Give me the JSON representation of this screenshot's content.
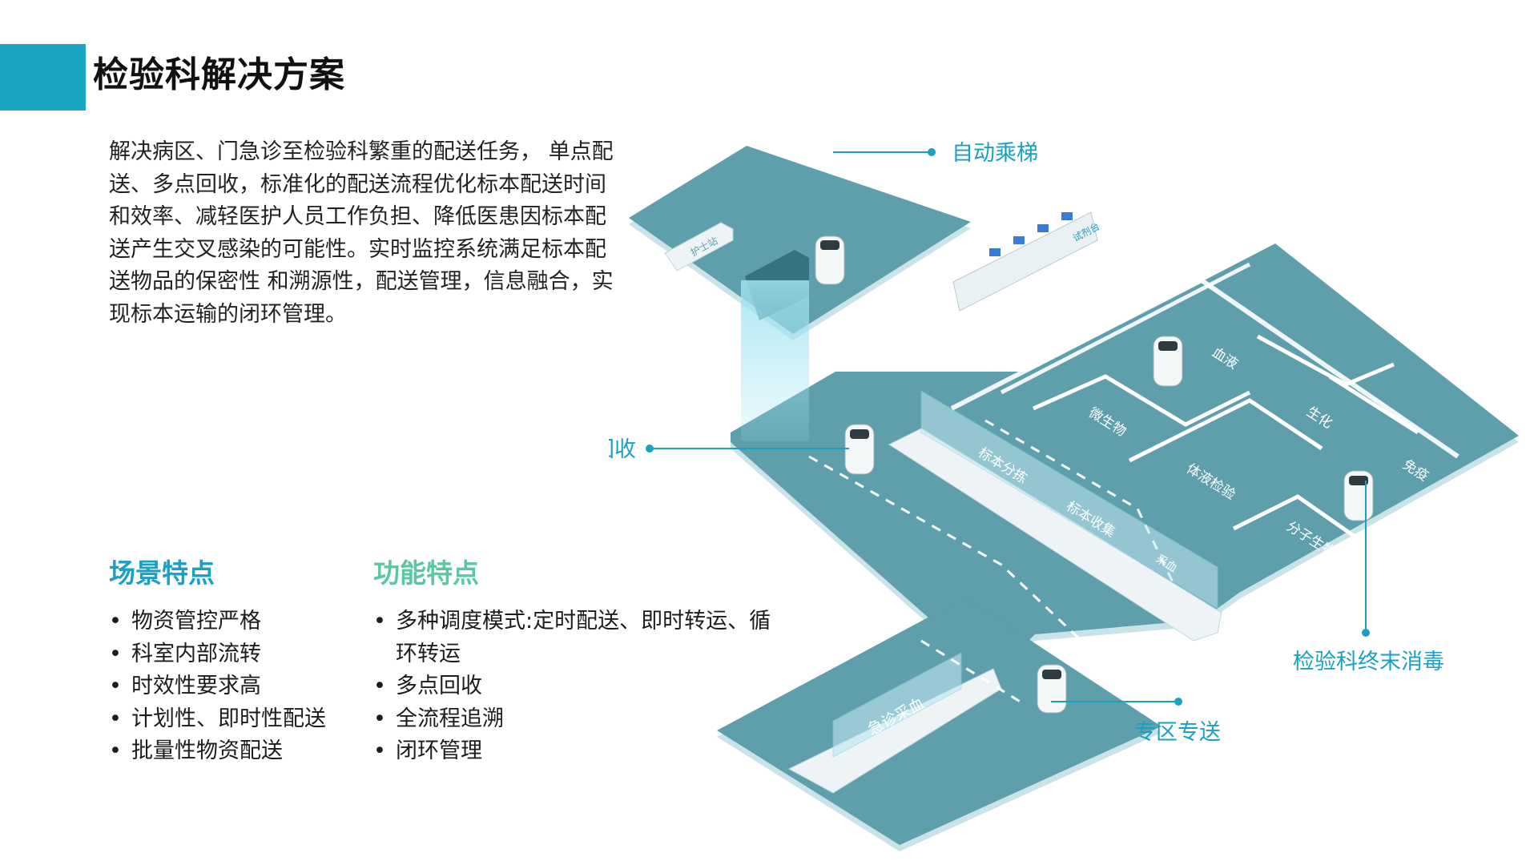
{
  "page": {
    "title": "检验科解决方案",
    "description": "解决病区、门急诊至检验科繁重的配送任务， 单点配送、多点回收，标准化的配送流程优化标本配送时间和效率、减轻医护人员工作负担、降低医患因标本配送产生交叉感染的可能性。实时监控系统满足标本配送物品的保密性 和溯源性，配送管理，信息融合，实现标本运输的闭环管理。",
    "accent_color": "#18a6c2",
    "scene_color": "#1aa0c4",
    "function_color": "#58c7a3"
  },
  "scene_features": {
    "heading": "场景特点",
    "items": [
      "物资管控严格",
      "科室内部流转",
      "时效性要求高",
      "计划性、即时性配送",
      "批量性物资配送"
    ]
  },
  "function_features": {
    "heading": "功能特点",
    "items": [
      "多种调度模式:定时配送、即时转运、循环转运",
      "多点回收",
      "全流程追溯",
      "闭环管理"
    ]
  },
  "diagram": {
    "callouts": {
      "elevator": "自动乘梯",
      "multi_recycle": "多点回收",
      "disinfect": "检验科终末消毒",
      "zone_delivery": "专区专送"
    },
    "room_labels": {
      "blood": "血液",
      "biochem": "生化",
      "immune": "免疫",
      "micro": "微生物",
      "body_fluid": "体液检验",
      "molecular": "分子生物",
      "sorting": "标本分拣",
      "collection": "标本收集",
      "pickup": "采血",
      "emergency": "急诊采血",
      "nurse_station": "护士站",
      "reception": "试剂台"
    }
  }
}
